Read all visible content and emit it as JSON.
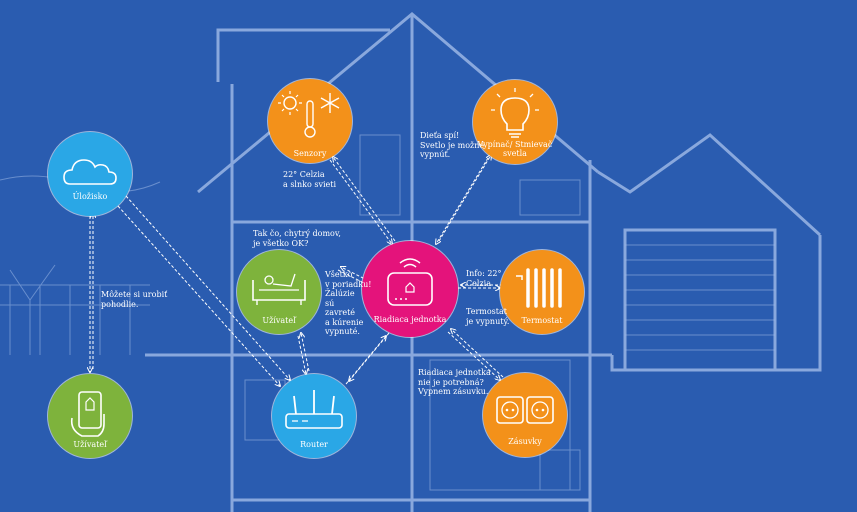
{
  "colors": {
    "background": "#2a5cb0",
    "line": "#9cb8e6",
    "blue_node": "#2aa7e6",
    "orange_node": "#f3911a",
    "green_node": "#7eb33c",
    "magenta_node": "#e4137b"
  },
  "nodes": {
    "storage": {
      "label": "Úložisko",
      "icon": "cloud-icon"
    },
    "user_phone": {
      "label": "Užívateľ",
      "icon": "phone-hand-icon"
    },
    "sensors": {
      "label": "Senzory",
      "icon": "sun-snowflake-thermometer-icon"
    },
    "dimmer": {
      "label": "Vypínač/ Stmievač svetla",
      "icon": "light-bulb-icon"
    },
    "user_sofa": {
      "label": "Užívateľ",
      "icon": "person-on-sofa-icon"
    },
    "hub": {
      "label": "Riadiaca jednotka",
      "icon": "hub-device-icon"
    },
    "thermostat": {
      "label": "Termostat",
      "icon": "radiator-icon"
    },
    "router": {
      "label": "Router",
      "icon": "router-icon"
    },
    "sockets": {
      "label": "Zásuvky",
      "icon": "power-socket-icon"
    }
  },
  "notes": {
    "sensors_info": "22° Celzia\na slnko svieti",
    "day_sleep": "Dieťa spí!\nSvetlo je možné\nvypnúť.",
    "ask_home": "Tak čo, chytrý domov,\nje všetko OK?",
    "all_ok": "Všetko\nv poriadku!\nŽalúzie\nsú\nzavreté\na kúrenie\nvypnuté.",
    "thermo_info": "Info: 22°\nCelzia",
    "thermo_off": "Termostat\nje vypnutý.",
    "sockets_info": "Riadiaca jednotka\nnie je potrebná?\nVypnem zásuvku.",
    "relax": "Môžete si urobiť\npohodlie."
  }
}
